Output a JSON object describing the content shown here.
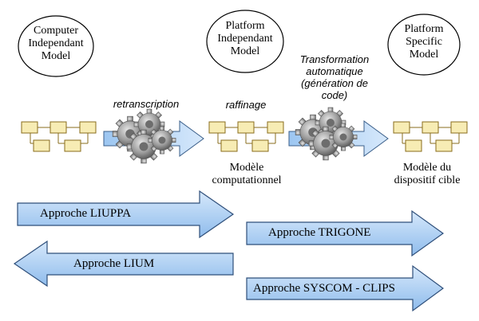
{
  "models": {
    "cim": [
      "Computer",
      "Independant",
      "Model"
    ],
    "pim": [
      "Platform",
      "Independant",
      "Model"
    ],
    "psm": [
      "Platform",
      "Specific",
      "Model"
    ]
  },
  "process": {
    "retranscription": "retranscription",
    "raffinage": "raffinage",
    "transformation": [
      "Transformation",
      "automatique",
      "(génération de",
      "code)"
    ]
  },
  "captions": {
    "computational": [
      "Modèle",
      "computationnel"
    ],
    "target": [
      "Modèle du",
      "dispositif cible"
    ]
  },
  "approaches": {
    "liuppa": "Approche LIUPPA",
    "trigone": "Approche TRIGONE",
    "lium": "Approche LIUM",
    "syscom": "Approche SYSCOM - CLIPS"
  },
  "colors": {
    "arrow_fill": "#a9cdf3",
    "arrow_stroke": "#2f4f7a",
    "box_fill": "#f7ecb4",
    "box_stroke": "#8a6d1d",
    "gear": "#9a9a9a"
  }
}
